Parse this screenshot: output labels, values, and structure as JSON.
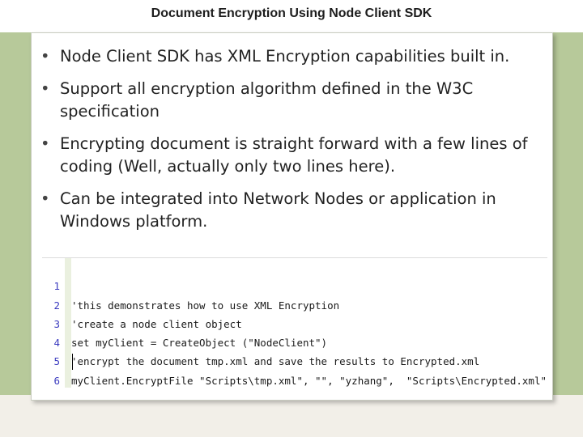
{
  "slide": {
    "title": "Document Encryption Using Node Client SDK",
    "bullets": [
      "Node Client SDK has XML Encryption capabilities built in.",
      "Support all encryption algorithm defined in the W3C specification",
      "Encrypting document is straight forward with a few lines of coding (Well, actually only two lines here).",
      "Can be integrated into Network Nodes or application in Windows platform."
    ],
    "bullet_symbol": "•"
  },
  "code": {
    "lines": [
      {
        "num": "1",
        "text": "'this demonstrates how to use XML Encryption"
      },
      {
        "num": "2",
        "text": "'create a node client object"
      },
      {
        "num": "3",
        "text": "set myClient = CreateObject (\"NodeClient\")"
      },
      {
        "num": "4",
        "text": "'encrypt the document tmp.xml and save the results to Encrypted.xml"
      },
      {
        "num": "5",
        "text": "myClient.EncryptFile \"Scripts\\tmp.xml\", \"\", \"yzhang\",  \"Scripts\\Encrypted.xml\""
      },
      {
        "num": "6",
        "text": ""
      }
    ]
  },
  "colors": {
    "side_band": "#b7c99a",
    "line_number": "#3b3bbf"
  }
}
